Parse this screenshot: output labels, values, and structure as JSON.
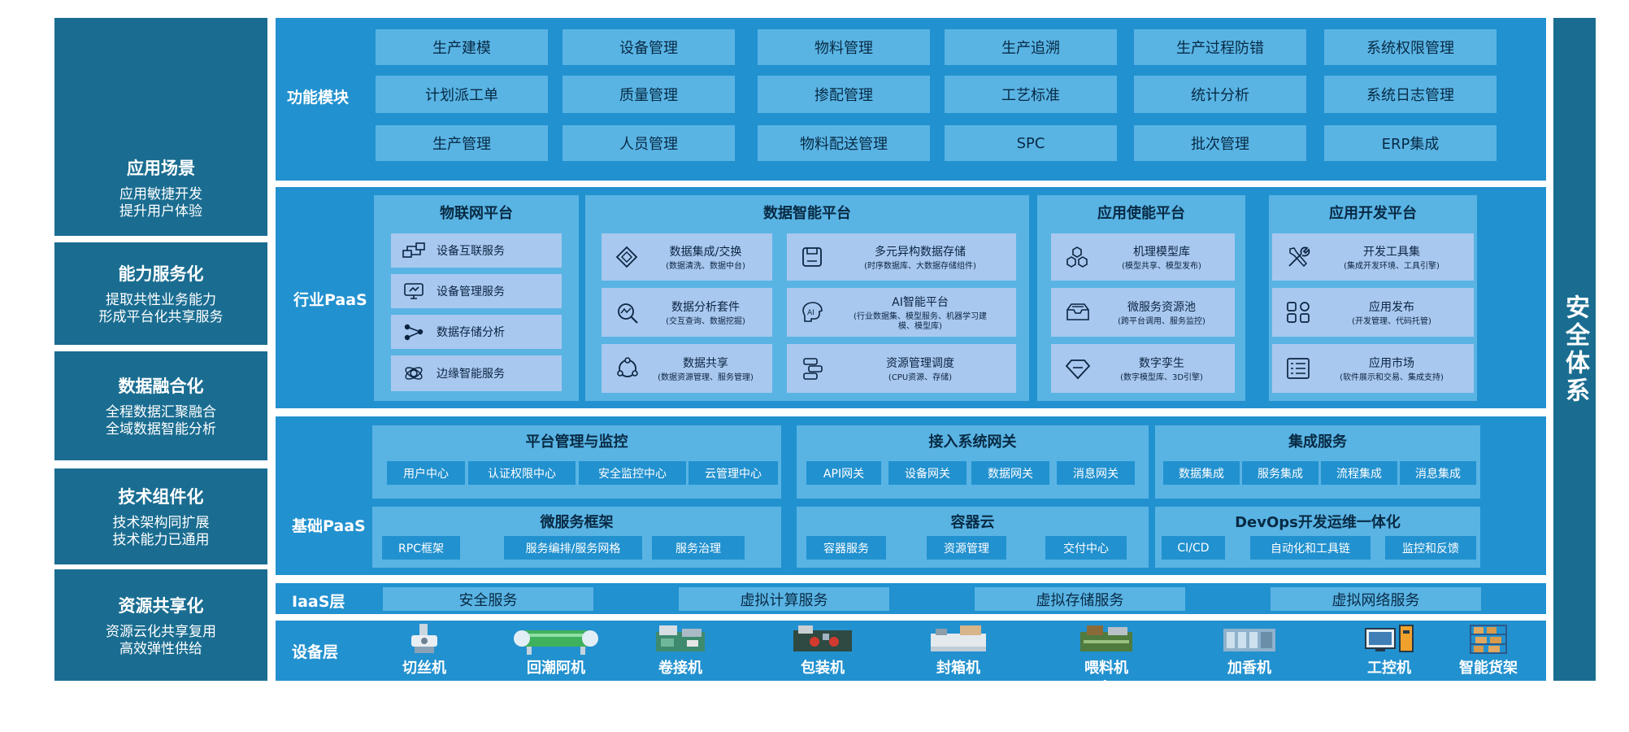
{
  "left_scenarios": [
    {
      "title": "应用场景",
      "lines": [
        "应用敏捷开发",
        "提升用户体验"
      ]
    },
    {
      "title": "能力服务化",
      "lines": [
        "提取共性业务能力",
        "形成平台化共享服务"
      ]
    },
    {
      "title": "数据融合化",
      "lines": [
        "全程数据汇聚融合",
        "全域数据智能分析"
      ]
    },
    {
      "title": "技术组件化",
      "lines": [
        "技术架构同扩展",
        "技术能力已通用"
      ]
    },
    {
      "title": "资源共享化",
      "lines": [
        "资源云化共享复用",
        "高效弹性供给"
      ]
    }
  ],
  "function_modules": {
    "label": "功能模块",
    "rows": [
      [
        "生产建模",
        "设备管理",
        "物料管理",
        "生产追溯",
        "生产过程防错",
        "系统权限管理"
      ],
      [
        "计划派工单",
        "质量管理",
        "掺配管理",
        "工艺标准",
        "统计分析",
        "系统日志管理"
      ],
      [
        "生产管理",
        "人员管理",
        "物料配送管理",
        "SPC",
        "批次管理",
        "ERP集成"
      ]
    ]
  },
  "industry_paas": {
    "label": "行业PaaS",
    "iot": {
      "title": "物联网平台",
      "items": [
        {
          "name": "设备互联服务",
          "icon": "network-icon"
        },
        {
          "name": "设备管理服务",
          "icon": "device-icon"
        },
        {
          "name": "数据存储分析",
          "icon": "share-icon"
        },
        {
          "name": "边缘智能服务",
          "icon": "edge-icon"
        }
      ]
    },
    "data_intel": {
      "title": "数据智能平台",
      "items": [
        {
          "name": "数据集成/交换",
          "sub": "(数据清洗、数据中台)",
          "icon": "cube-icon"
        },
        {
          "name": "多元异构数据存储",
          "sub": "(时序数据库、大数据存储组件)",
          "icon": "storage-icon"
        },
        {
          "name": "数据分析套件",
          "sub": "(交互查询、数据挖掘)",
          "icon": "analysis-icon"
        },
        {
          "name": "AI智能平台",
          "sub": "(行业数据集、模型服务、机器学习建模、模型库)",
          "icon": "ai-icon"
        },
        {
          "name": "数据共享",
          "sub": "(数据资源管理、服务管理)",
          "icon": "data-share-icon"
        },
        {
          "name": "资源管理调度",
          "sub": "(CPU资源、存储)",
          "icon": "schedule-icon"
        }
      ]
    },
    "enable": {
      "title": "应用使能平台",
      "items": [
        {
          "name": "机理模型库",
          "sub": "(模型共享、模型发布)",
          "icon": "hexagons-icon"
        },
        {
          "name": "微服务资源池",
          "sub": "(跨平台调用、服务监控)",
          "icon": "pool-icon"
        },
        {
          "name": "数字孪生",
          "sub": "(数字模型库、3D引擎)",
          "icon": "diamond-icon"
        }
      ]
    },
    "devplat": {
      "title": "应用开发平台",
      "items": [
        {
          "name": "开发工具集",
          "sub": "(集成开发环境、工具引擎)",
          "icon": "tools-icon"
        },
        {
          "name": "应用发布",
          "sub": "(开发管理、代码托管)",
          "icon": "grid-icon"
        },
        {
          "name": "应用市场",
          "sub": "(软件展示和交易、集成支持)",
          "icon": "list-icon"
        }
      ]
    }
  },
  "base_paas": {
    "label": "基础PaaS",
    "platform_mgmt": {
      "title": "平台管理与监控",
      "tags": [
        "用户中心",
        "认证权限中心",
        "安全监控中心",
        "云管理中心"
      ]
    },
    "gateway": {
      "title": "接入系统网关",
      "tags": [
        "API网关",
        "设备网关",
        "数据网关",
        "消息网关"
      ]
    },
    "integration": {
      "title": "集成服务",
      "tags": [
        "数据集成",
        "服务集成",
        "流程集成",
        "消息集成"
      ]
    },
    "microservice": {
      "title": "微服务框架",
      "tags": [
        "RPC框架",
        "服务编排/服务网格",
        "服务治理"
      ]
    },
    "container": {
      "title": "容器云",
      "tags": [
        "容器服务",
        "资源管理",
        "交付中心"
      ]
    },
    "devops": {
      "title": "DevOps开发运维一体化",
      "tags": [
        "CI/CD",
        "自动化和工具链",
        "监控和反馈"
      ]
    }
  },
  "iaas": {
    "label": "IaaS层",
    "items": [
      "安全服务",
      "虚拟计算服务",
      "虚拟存储服务",
      "虚拟网络服务"
    ]
  },
  "device_layer": {
    "label": "设备层",
    "devices": [
      "切丝机",
      "回潮阿机",
      "卷接机",
      "包装机",
      "封箱机",
      "喂料机",
      "加香机",
      "工控机",
      "智能货架"
    ]
  },
  "security": {
    "label": "安全体系"
  }
}
